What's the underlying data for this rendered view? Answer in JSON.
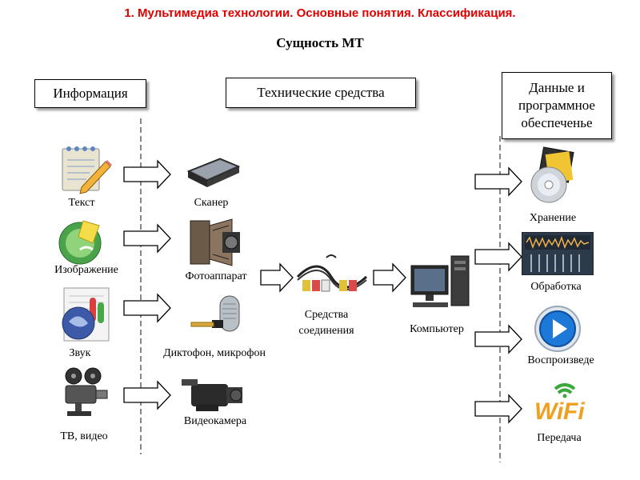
{
  "title": "1. Мультимедиа технологии. Основные понятия. Классификация.",
  "subtitle": "Сущность МТ",
  "columns": {
    "info": "Информация",
    "tech": "Технические средства",
    "data": "Данные и программное обеспеченье"
  },
  "info_items": [
    "Текст",
    "Изображение",
    "Звук",
    "ТВ, видео"
  ],
  "device_items": [
    "Сканер",
    "Фотоаппарат",
    "Диктофон, микрофон",
    "Видеокамера"
  ],
  "connection": "Средства соединения",
  "computer": "Компьютер",
  "data_items": [
    "Хранение",
    "Обработка",
    "Воспроизведе",
    "Передача"
  ],
  "colors": {
    "title": "#e00000"
  },
  "icons": [
    "notepad-pencil-icon",
    "image-editor-icon",
    "sound-document-icon",
    "film-projector-icon",
    "scanner-icon",
    "camera-icon",
    "microphone-icon",
    "video-camera-icon",
    "av-cables-icon",
    "computer-icon",
    "disks-icon",
    "audio-editor-icon",
    "play-button-icon",
    "wifi-logo-icon"
  ]
}
